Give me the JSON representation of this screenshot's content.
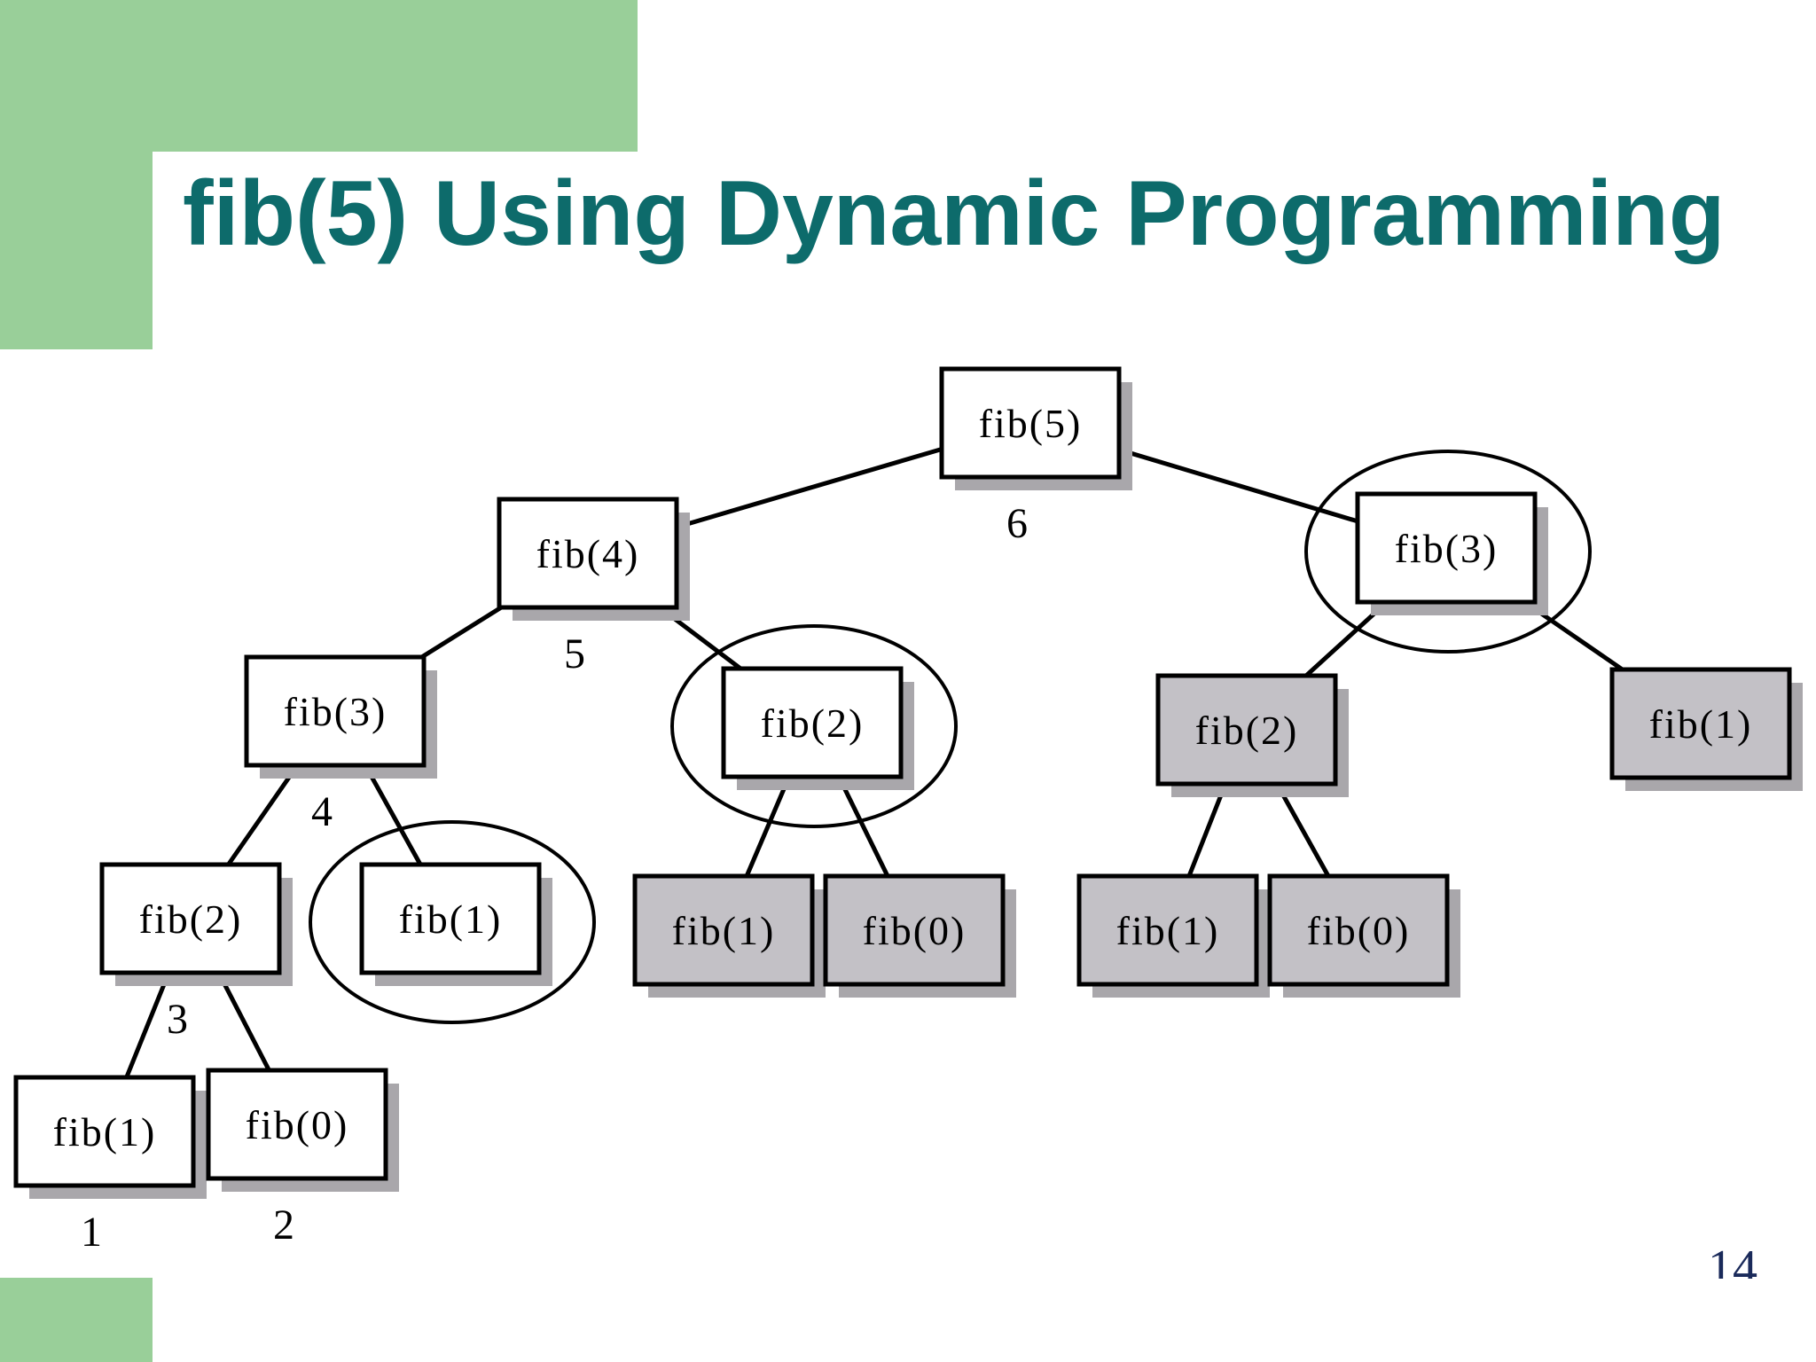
{
  "title": "fib(5) Using Dynamic Programming",
  "page_number": "14",
  "colors": {
    "accent_green": "#99cf99",
    "title_teal": "#0d6b6b",
    "computed_node_fill": "#ffffff",
    "reused_node_fill": "#c3c1c6",
    "node_shadow": "#a9a7ab",
    "line": "#000000"
  },
  "tree": {
    "nodes": [
      {
        "id": "n1",
        "label": "fib(5)",
        "order": "6",
        "shaded": false,
        "circled": false
      },
      {
        "id": "n2",
        "label": "fib(4)",
        "order": "5",
        "shaded": false,
        "circled": false
      },
      {
        "id": "n3",
        "label": "fib(3)",
        "order": "",
        "shaded": false,
        "circled": true
      },
      {
        "id": "n4",
        "label": "fib(3)",
        "order": "4",
        "shaded": false,
        "circled": false
      },
      {
        "id": "n5",
        "label": "fib(2)",
        "order": "",
        "shaded": false,
        "circled": true
      },
      {
        "id": "n6",
        "label": "fib(2)",
        "order": "",
        "shaded": true,
        "circled": false
      },
      {
        "id": "n7",
        "label": "fib(1)",
        "order": "",
        "shaded": true,
        "circled": false
      },
      {
        "id": "n8",
        "label": "fib(2)",
        "order": "3",
        "shaded": false,
        "circled": false
      },
      {
        "id": "n9",
        "label": "fib(1)",
        "order": "",
        "shaded": false,
        "circled": true
      },
      {
        "id": "n10",
        "label": "fib(1)",
        "order": "",
        "shaded": true,
        "circled": false
      },
      {
        "id": "n11",
        "label": "fib(0)",
        "order": "",
        "shaded": true,
        "circled": false
      },
      {
        "id": "n12",
        "label": "fib(1)",
        "order": "",
        "shaded": true,
        "circled": false
      },
      {
        "id": "n13",
        "label": "fib(0)",
        "order": "",
        "shaded": true,
        "circled": false
      },
      {
        "id": "n14",
        "label": "fib(1)",
        "order": "1",
        "shaded": false,
        "circled": false
      },
      {
        "id": "n15",
        "label": "fib(0)",
        "order": "2",
        "shaded": false,
        "circled": false
      }
    ],
    "edges": [
      {
        "from": "n1",
        "to": "n2"
      },
      {
        "from": "n1",
        "to": "n3"
      },
      {
        "from": "n2",
        "to": "n4"
      },
      {
        "from": "n2",
        "to": "n5"
      },
      {
        "from": "n3",
        "to": "n6"
      },
      {
        "from": "n3",
        "to": "n7"
      },
      {
        "from": "n4",
        "to": "n8"
      },
      {
        "from": "n4",
        "to": "n9"
      },
      {
        "from": "n5",
        "to": "n10"
      },
      {
        "from": "n5",
        "to": "n11"
      },
      {
        "from": "n6",
        "to": "n12"
      },
      {
        "from": "n6",
        "to": "n13"
      },
      {
        "from": "n8",
        "to": "n14"
      },
      {
        "from": "n8",
        "to": "n15"
      }
    ]
  }
}
